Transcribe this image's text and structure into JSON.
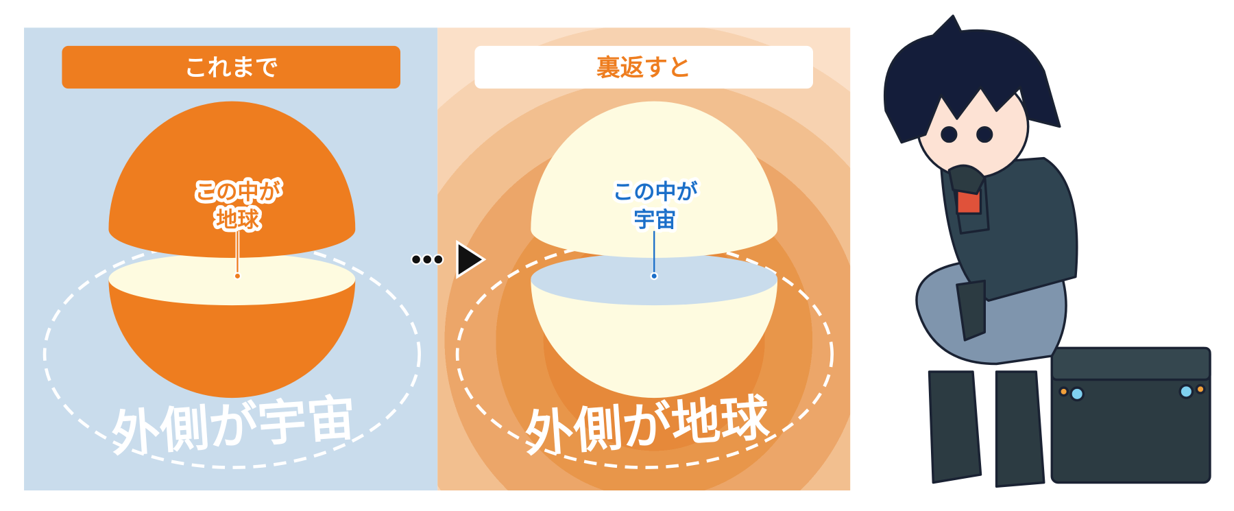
{
  "left_panel": {
    "header": "これまで",
    "inner_label_line1": "この中が",
    "inner_label_line2": "地球",
    "outer_label": "外側が宇宙"
  },
  "right_panel": {
    "header": "裏返すと",
    "inner_label_line1": "この中が",
    "inner_label_line2": "宇宙",
    "outer_label": "外側が地球"
  },
  "colors": {
    "orange": "#ee7d1f",
    "light_blue": "#c9dcec",
    "cream": "#fefbe0",
    "blue_text": "#1b6fc9"
  }
}
